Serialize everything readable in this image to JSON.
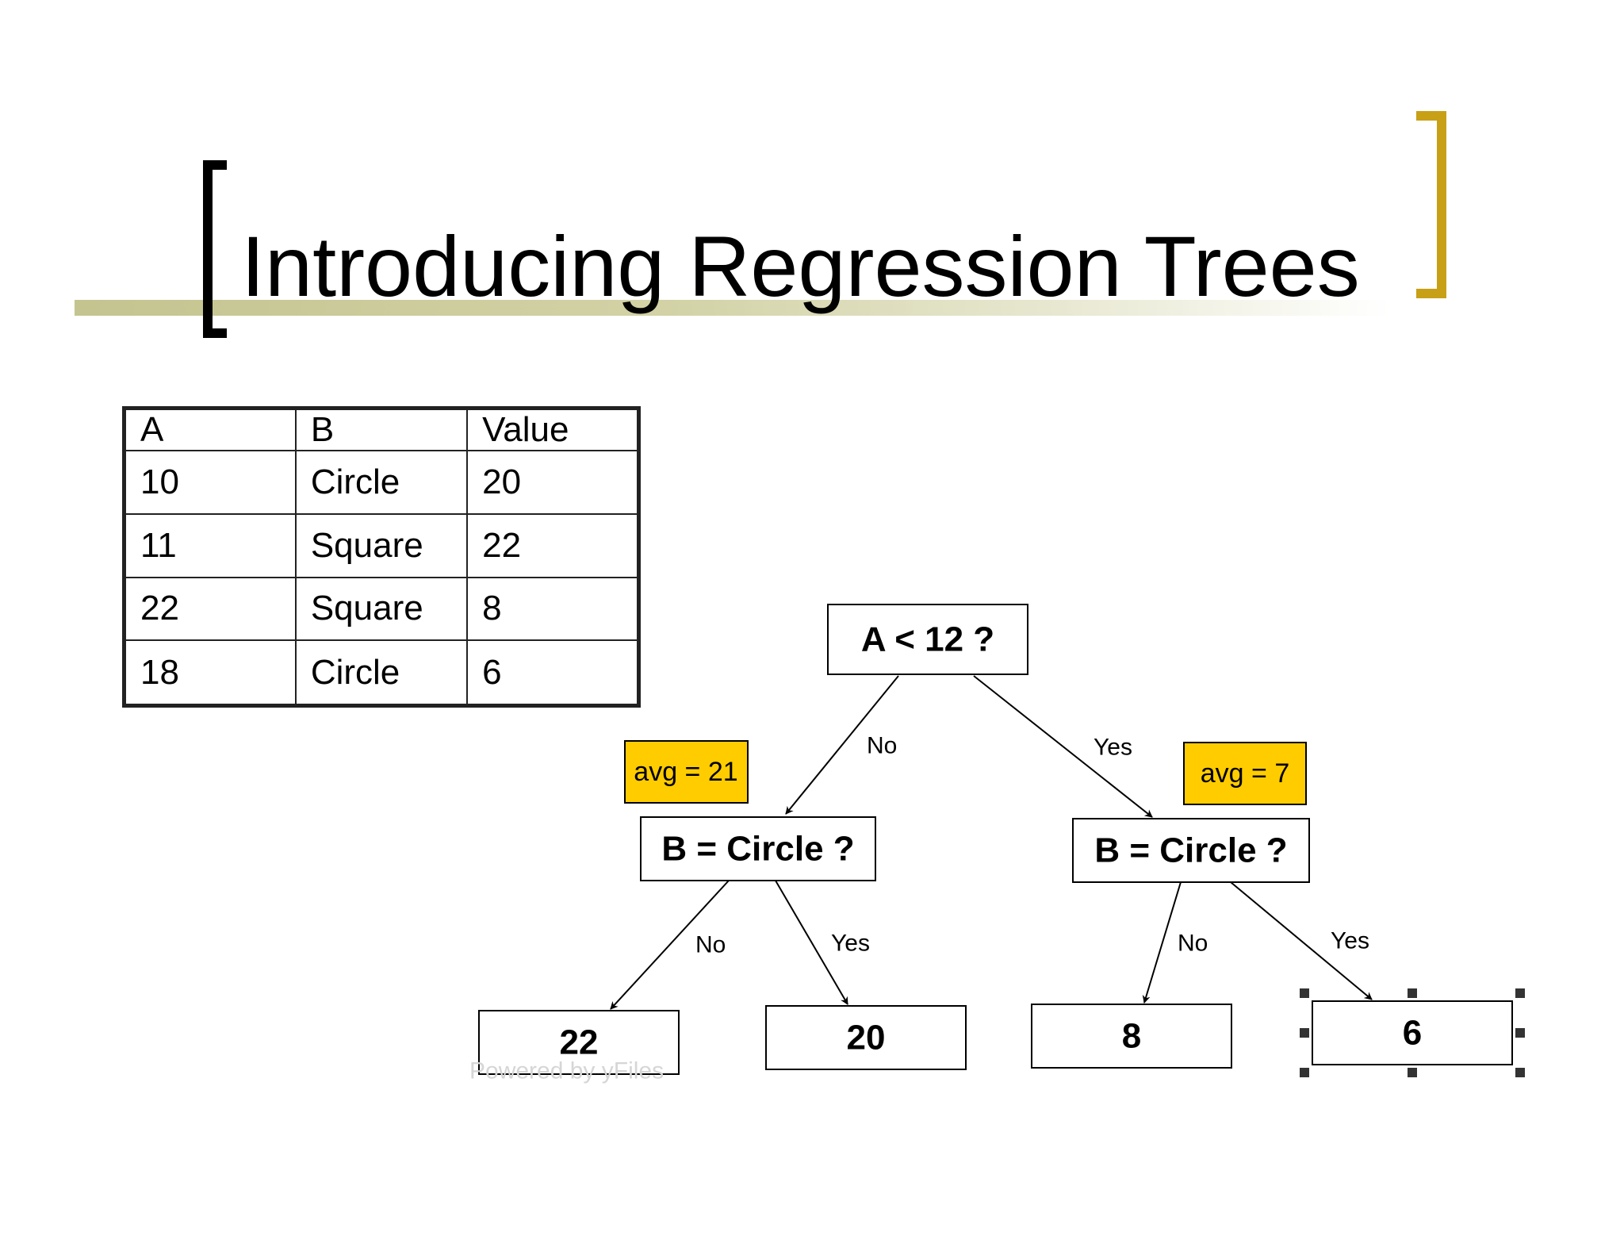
{
  "title": "Introducing Regression Trees",
  "table": {
    "headers": [
      "A",
      "B",
      "Value"
    ],
    "rows": [
      [
        "10",
        "Circle",
        "20"
      ],
      [
        "11",
        "Square",
        "22"
      ],
      [
        "22",
        "Square",
        "8"
      ],
      [
        "18",
        "Circle",
        "6"
      ]
    ]
  },
  "tree": {
    "root": "A < 12 ?",
    "left_node": "B = Circle ?",
    "right_node": "B = Circle ?",
    "leaves": [
      "22",
      "20",
      "8",
      "6"
    ],
    "edge_labels": {
      "root_left": "No",
      "root_right": "Yes",
      "left_left": "No",
      "left_right": "Yes",
      "right_left": "No",
      "right_right": "Yes"
    },
    "avg_left": "avg = 21",
    "avg_right": "avg = 7",
    "watermark": "Powered by yFiles"
  },
  "colors": {
    "avg_box": "#ffcc00",
    "bracket_right": "#c8a016",
    "underline": "#c4c490"
  }
}
